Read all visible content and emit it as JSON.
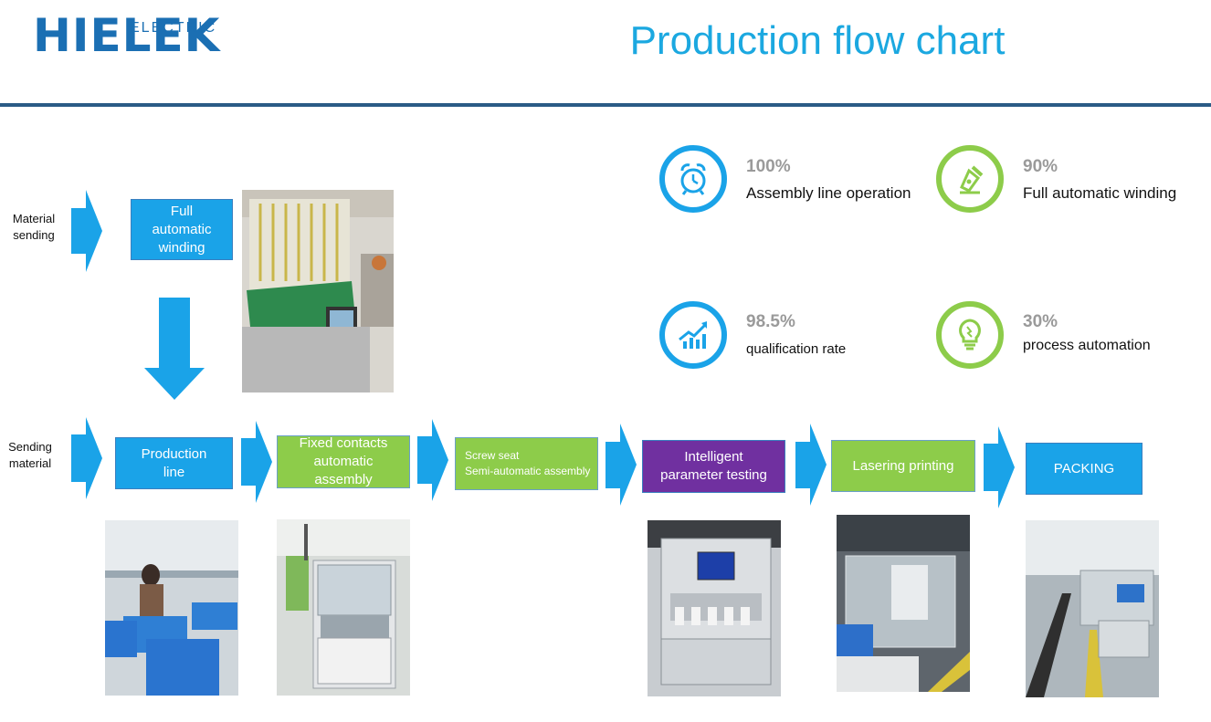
{
  "header": {
    "logo_text": "HIELEK",
    "logo_sub": "ELECTRIC",
    "title": "Production flow chart"
  },
  "side_labels": {
    "top": "Material\nsending",
    "bottom": "Sending\nmaterial"
  },
  "steps": {
    "winding": "Full automatic winding",
    "production_line": "Production line",
    "fixed_contacts": "Fixed contacts automatic assembly",
    "screw_seat": "Screw seat\nSemi-automatic assembly",
    "param_testing": "Intelligent parameter testing",
    "lasering": "Lasering printing",
    "packing": "PACKING"
  },
  "stats": [
    {
      "percent": "100%",
      "label": "Assembly line operation",
      "icon": "alarm-clock-icon"
    },
    {
      "percent": "90%",
      "label": "Full automatic winding",
      "icon": "pen-nib-icon"
    },
    {
      "percent": "98.5%",
      "label": "qualification rate",
      "icon": "trend-chart-icon"
    },
    {
      "percent": "30%",
      "label": "process automation",
      "icon": "lightbulb-icon"
    }
  ],
  "colors": {
    "brand_blue": "#1b6fb3",
    "title_blue": "#1ba8e0",
    "step_blue": "#1aa3e8",
    "step_green": "#8dcc4a",
    "step_purple": "#7030a0",
    "icon_blue": "#1aa3e8",
    "icon_green": "#8dcc4a"
  }
}
